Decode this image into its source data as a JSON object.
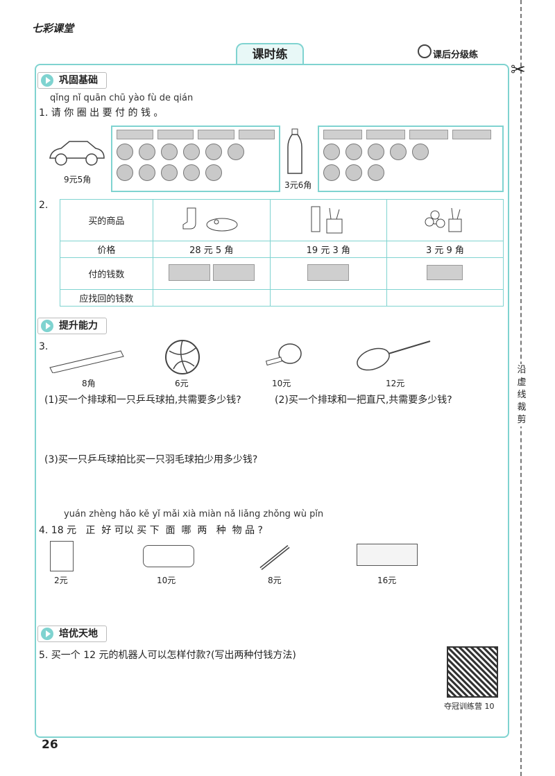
{
  "header": {
    "brand": "七彩课堂",
    "tab_title": "课时练",
    "level_label": "课后分级练"
  },
  "side": {
    "cut_text": "沿虚线裁剪"
  },
  "sections": {
    "s1": "巩固基础",
    "s2": "提升能力",
    "s3": "培优天地"
  },
  "q1": {
    "pinyin": "qǐng nǐ quān chū yào fù de qián",
    "text": "1. 请 你 圈 出 要 付 的 钱 。",
    "car_price": "9元5角",
    "drink_price": "3元6角"
  },
  "q2": {
    "number": "2.",
    "rows": [
      "买的商品",
      "价格",
      "付的钱数",
      "应找回的钱数"
    ],
    "prices": [
      "28 元 5 角",
      "19 元 3 角",
      "3 元 9 角"
    ]
  },
  "q3": {
    "number": "3.",
    "items": [
      {
        "icon": "ruler-icon",
        "price": "8角"
      },
      {
        "icon": "volleyball-icon",
        "price": "6元"
      },
      {
        "icon": "ping-pong-paddle-icon",
        "price": "10元"
      },
      {
        "icon": "badminton-racket-icon",
        "price": "12元"
      }
    ],
    "sub1": "(1)买一个排球和一只乒乓球拍,共需要多少钱?",
    "sub2": "(2)买一个排球和一把直尺,共需要多少钱?",
    "sub3": "(3)买一只乒乓球拍比买一只羽毛球拍少用多少钱?"
  },
  "q4": {
    "pinyin": "yuán zhèng hǎo kě yǐ mǎi xià miàn nǎ liǎng zhǒng wù pǐn",
    "text": "4. 18 元   正  好 可以 买 下  面  哪  两   种  物 品 ?",
    "items": [
      {
        "icon": "notebook-icon",
        "price": "2元"
      },
      {
        "icon": "pencil-case-icon",
        "price": "10元"
      },
      {
        "icon": "pen-icon",
        "price": "8元"
      },
      {
        "icon": "watercolor-set-icon",
        "price": "16元"
      }
    ]
  },
  "q5": {
    "text": "5. 买一个 12 元的机器人可以怎样付款?(写出两种付钱方法)"
  },
  "qr_label": "夺冠训练营 10",
  "page_number": "26"
}
